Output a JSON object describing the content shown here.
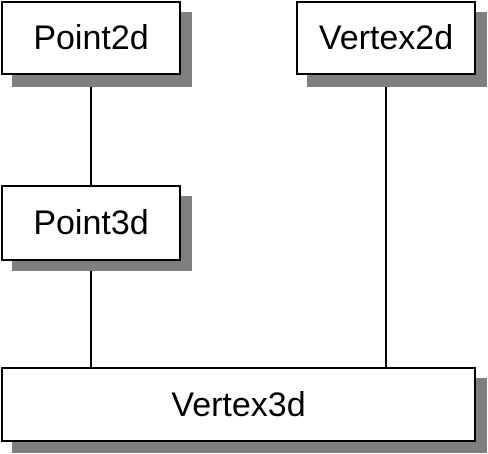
{
  "diagram": {
    "nodes": {
      "point2d": "Point2d",
      "vertex2d": "Vertex2d",
      "point3d": "Point3d",
      "vertex3d": "Vertex3d"
    },
    "colors": {
      "border": "#000000",
      "fill": "#ffffff",
      "shadow": "#7f7f7f",
      "connector": "#000000"
    },
    "connections": [
      [
        "Point2d",
        "Point3d"
      ],
      [
        "Point3d",
        "Vertex3d"
      ],
      [
        "Vertex2d",
        "Vertex3d"
      ]
    ]
  }
}
